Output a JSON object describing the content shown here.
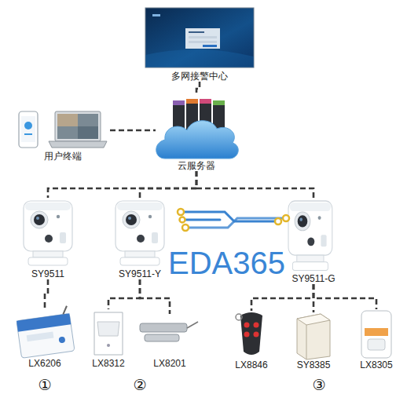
{
  "diagram": {
    "nodes": [
      {
        "text": [
          "多网接警中心"
        ]
      },
      {
        "text": [
          "用户终端"
        ]
      },
      {
        "text": [
          "云服务器"
        ]
      },
      {
        "text": [
          "SY9511"
        ]
      },
      {
        "text": [
          "SY9511-Y"
        ]
      },
      {
        "text": [
          "SY9511-G"
        ]
      },
      {
        "text": [
          "LX6206"
        ]
      },
      {
        "text": [
          "LX8312"
        ]
      },
      {
        "text": [
          "LX8201"
        ]
      },
      {
        "text": [
          "LX8846"
        ]
      },
      {
        "text": [
          "SY8385"
        ]
      },
      {
        "text": [
          "LX8305"
        ]
      }
    ],
    "edges": [
      {
        "from": 0,
        "to": 2,
        "arrow": "none"
      },
      {
        "from": 1,
        "to": 2,
        "arrow": "none"
      },
      {
        "from": 2,
        "to": 3,
        "arrow": "none"
      },
      {
        "from": 2,
        "to": 4,
        "arrow": "none"
      },
      {
        "from": 2,
        "to": 5,
        "arrow": "none"
      },
      {
        "from": 3,
        "to": 6,
        "arrow": "none"
      },
      {
        "from": 4,
        "to": 7,
        "arrow": "none"
      },
      {
        "from": 4,
        "to": 8,
        "arrow": "none"
      },
      {
        "from": 5,
        "to": 9,
        "arrow": "none"
      },
      {
        "from": 5,
        "to": 10,
        "arrow": "none"
      },
      {
        "from": 5,
        "to": 11,
        "arrow": "none"
      }
    ],
    "labels": [
      "①",
      "②",
      "③",
      "EDA365"
    ]
  }
}
